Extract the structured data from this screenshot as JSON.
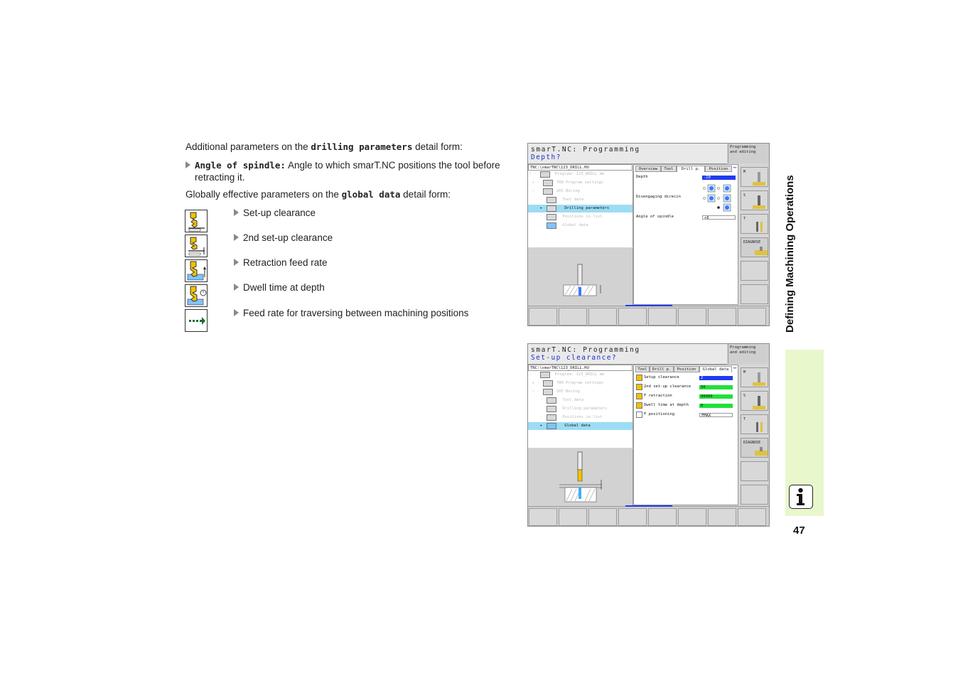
{
  "intro": {
    "prefix": "Additional parameters on the ",
    "form_name": "drilling parameters",
    "suffix": " detail form:"
  },
  "angle_item": {
    "keyword": "Angle of spindle:",
    "text": " Angle to which smarT.NC positions the tool before",
    "text2": "retracting it."
  },
  "global_intro": {
    "prefix": "Globally effective parameters on the ",
    "form_name": "global data",
    "suffix": " detail form:"
  },
  "global_items": [
    "Set-up clearance",
    "2nd set-up clearance",
    "Retraction feed rate",
    "Dwell time at depth",
    "Feed rate for traversing between machining positions"
  ],
  "screenshot1": {
    "title": "smarT.NC: Programming",
    "prompt": "Depth?",
    "mode": [
      "Programming",
      "and editing"
    ],
    "path": "TNC:\\smarTNC\\123_DRILL.HU",
    "tree": [
      "Program: 123_DRILL mm",
      "700 Program settings",
      "205 Boring",
      "Tool data",
      "Drilling parameters",
      "Positions in list",
      "Global data"
    ],
    "tabs": [
      "Overview",
      "Tool",
      "Drill p.",
      "Position"
    ],
    "fields": [
      {
        "label": "Depth",
        "value": "-20"
      },
      {
        "label": "Disengaging direcin",
        "value": ""
      },
      {
        "label": "Angle of spindle",
        "value": "+0"
      }
    ],
    "softkeys": [
      "M",
      "S",
      "T",
      "DIAGNOSE"
    ]
  },
  "screenshot2": {
    "title": "smarT.NC: Programming",
    "prompt": "Set-up clearance?",
    "mode": [
      "Programming",
      "and editing"
    ],
    "path": "TNC:\\smarTNC\\123_DRILL.HU",
    "tree": [
      "Program: 123_DRILL mm",
      "700 Program settings",
      "205 Boring",
      "Tool data",
      "Drilling parameters",
      "Positions in list",
      "Global data"
    ],
    "tabs": [
      "Tool",
      "Drill p.",
      "Position",
      "Global data"
    ],
    "fields": [
      {
        "label": "Setup clearance",
        "value": "2"
      },
      {
        "label": "2nd set-up clearance",
        "value": "50"
      },
      {
        "label": "F retraction",
        "value": "99999"
      },
      {
        "label": "Dwell time at depth",
        "value": "0"
      },
      {
        "label": "F positioning",
        "value": "FMAX"
      }
    ],
    "softkeys": [
      "M",
      "S",
      "T",
      "DIAGNOSE"
    ]
  },
  "side_tab": {
    "title": "Defining Machining Operations"
  },
  "info_icon": "info-icon",
  "page_number": "47",
  "colors": {
    "accent_green": "#e9f7cc",
    "selection_blue": "#9ddcf3",
    "prompt_blue": "#1a2fc9",
    "field_blue": "#1f3bf0",
    "field_green": "#22e03a"
  }
}
